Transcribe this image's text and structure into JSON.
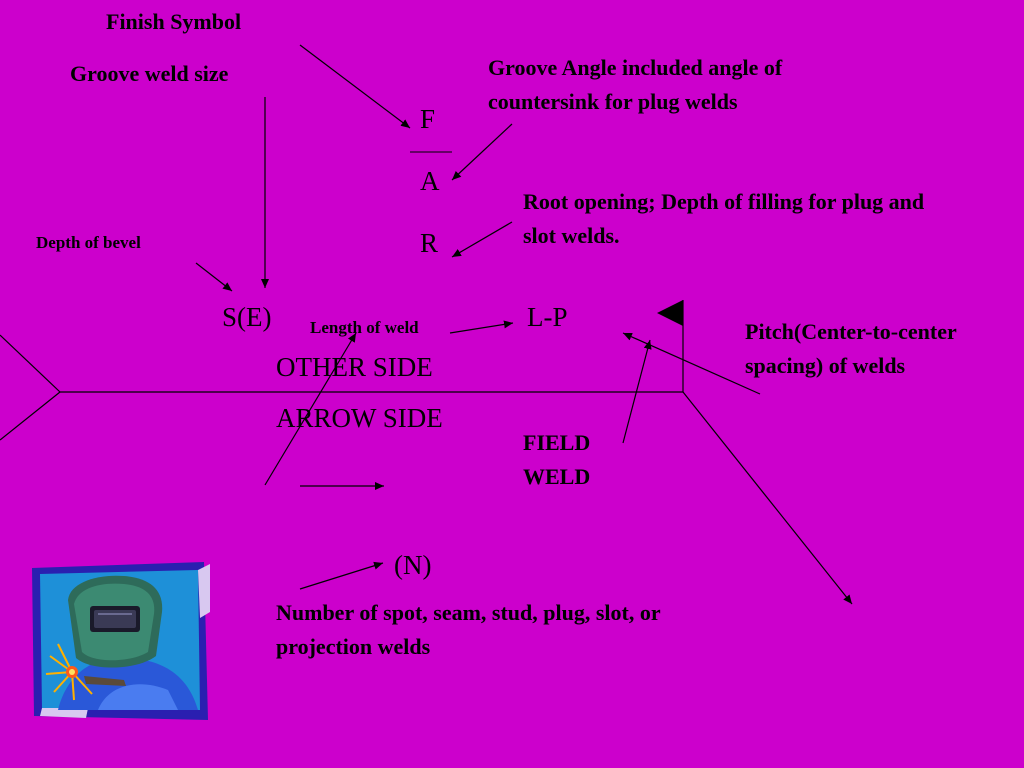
{
  "labels": {
    "finish_symbol": "Finish Symbol",
    "groove_weld_size": "Groove weld size",
    "groove_angle": "Groove Angle included angle of countersink for plug welds",
    "root_opening": "Root opening; Depth of filling for plug and slot welds.",
    "depth_of_bevel": "Depth of bevel",
    "length_of_weld": "Length of weld",
    "pitch": "Pitch(Center-to-center spacing) of welds",
    "field_weld": "FIELD WELD",
    "number_of_welds": "Number of spot, seam, stud, plug, slot, or projection welds"
  },
  "symbol": {
    "f": "F",
    "a": "A",
    "r": "R",
    "s_e": "S(E)",
    "l_p": "L-P",
    "other_side": "OTHER SIDE",
    "arrow_side": "ARROW SIDE",
    "n": "(N)"
  },
  "colors": {
    "background": "#cc00cc",
    "line": "#000000"
  },
  "clipart": "welder-mask-icon"
}
